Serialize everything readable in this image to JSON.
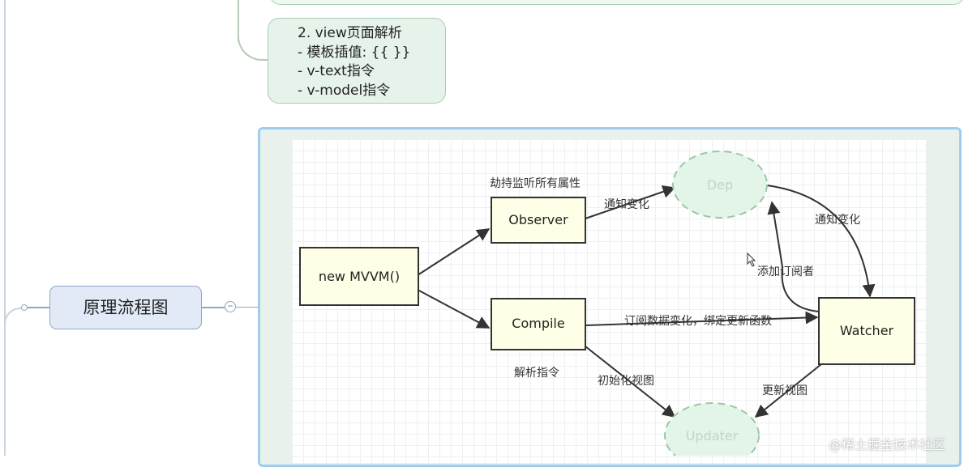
{
  "mindmap": {
    "text_node": {
      "lines": [
        "2. view页面解析",
        "- 模板插值: {{   }}",
        "- v-text指令",
        "- v-model指令"
      ]
    },
    "topic": {
      "label": "原理流程图"
    },
    "collapse_symbol": "−"
  },
  "diagram": {
    "nodes": {
      "mvvm": "new MVVM()",
      "observer": "Observer",
      "compile": "Compile",
      "dep": "Dep",
      "watcher": "Watcher",
      "updater": "Updater"
    },
    "edge_labels": {
      "hijack": "劫持监听所有属性",
      "notify1": "通知变化",
      "notify2": "通知变化",
      "add_sub": "添加订阅者",
      "subscribe": "订阅数据变化，绑定更新函数",
      "parse": "解析指令",
      "init_view": "初始化视图",
      "update_view": "更新视图"
    }
  },
  "watermark": "@稀土掘金技术社区",
  "colors": {
    "box_fill": "#fffee6",
    "box_stroke": "#333333",
    "ellipse_fill": "#e3f5e9",
    "ellipse_stroke": "#9cc7a6",
    "topic_fill": "#e2eaf7",
    "text_node_fill": "#e6f3ea",
    "frame_border": "#9fcdf0"
  }
}
